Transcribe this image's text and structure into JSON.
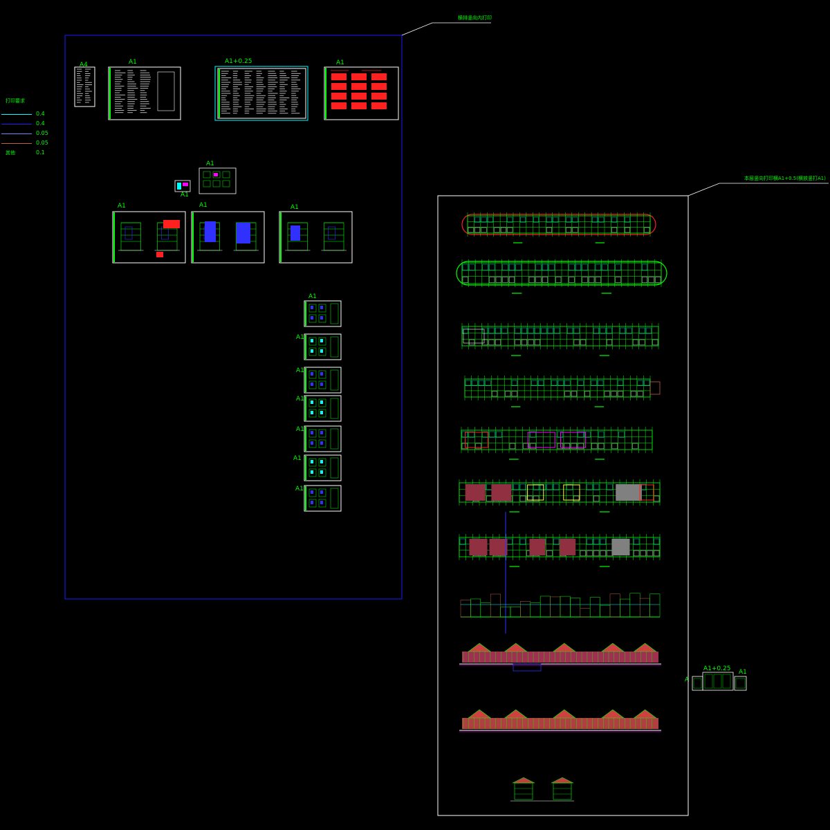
{
  "legend": {
    "title": "打印要求",
    "rows": [
      {
        "value": "0.4",
        "color": "#00ffff"
      },
      {
        "value": "0.4",
        "color": "#2020ff"
      },
      {
        "value": "0.05",
        "color": "#8080ff"
      },
      {
        "value": "0.05",
        "color": "#c06040"
      },
      {
        "label": "其他",
        "value": "0.1"
      }
    ]
  },
  "group_left": {
    "callout": "横排竖向内打印",
    "sheet_labels": {
      "a4": "A4",
      "a1_cover": "A1",
      "a1_table": "A1+0.25",
      "a1_red": "A1",
      "a1_small": "A1",
      "a1_mini": "A1",
      "a1_elev1": "A1",
      "a1_elev2": "A1",
      "a1_elev3": "A1",
      "a1_detail": [
        "A1",
        "A1",
        "A1",
        "A1",
        "A1",
        "A1",
        "A1"
      ]
    }
  },
  "group_right": {
    "callout": "本层竖向打印横A1+0.5(横放竖打A1)",
    "extra_labels": [
      "A",
      "A1+0.25",
      "A1"
    ]
  },
  "colors": {
    "frame_blue": "#1a1aff",
    "frame_white": "#ffffff",
    "line_green": "#00ff00",
    "accent_red": "#ff2020",
    "accent_cyan": "#00ffff",
    "accent_magenta": "#ff00ff"
  }
}
